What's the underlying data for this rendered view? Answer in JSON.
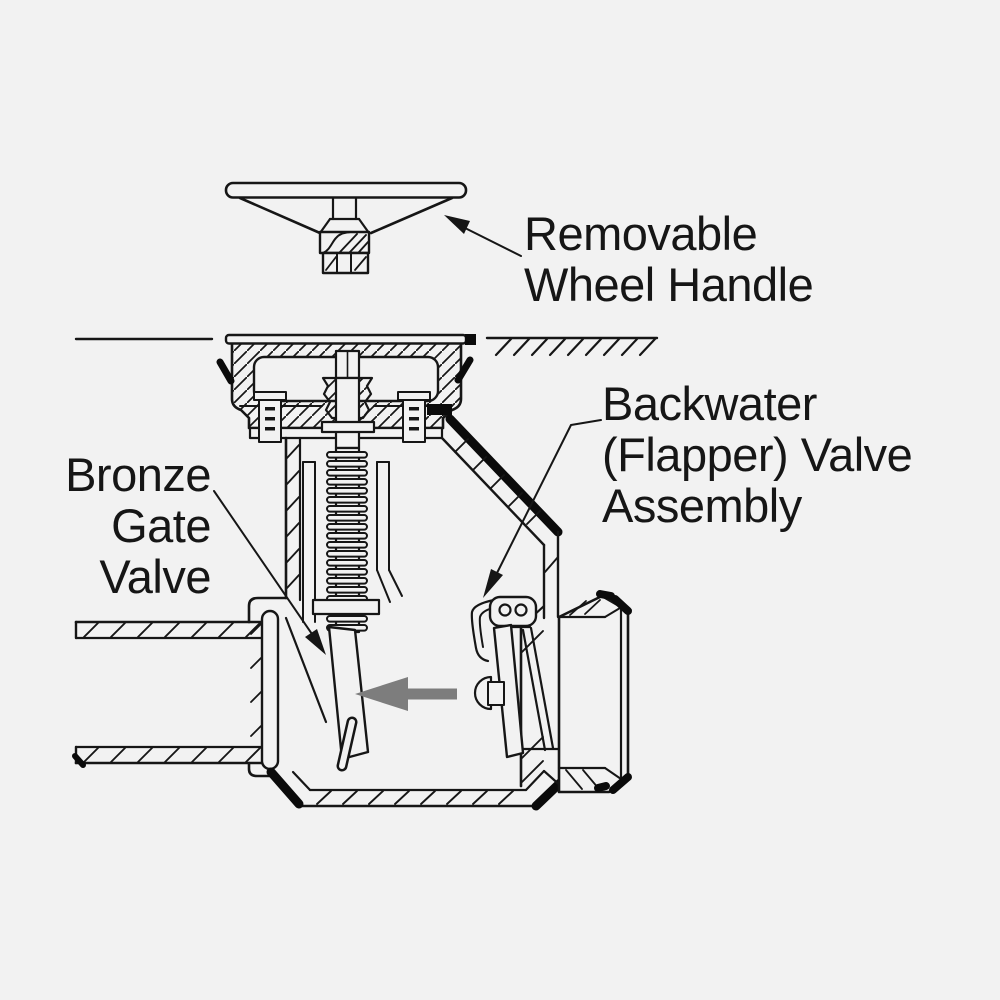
{
  "diagram": {
    "background_color": "#f2f2f2",
    "line_color": "#161616",
    "flow_arrow_color": "#7d7d7d",
    "flow_arrow_direction": "left"
  },
  "labels": {
    "wheel_handle": {
      "lines": [
        "Removable",
        "Wheel Handle"
      ]
    },
    "backwater_valve": {
      "lines": [
        "Backwater",
        "(Flapper) Valve",
        "Assembly"
      ]
    },
    "gate_valve": {
      "lines": [
        "Bronze",
        "Gate",
        "Valve"
      ]
    }
  }
}
